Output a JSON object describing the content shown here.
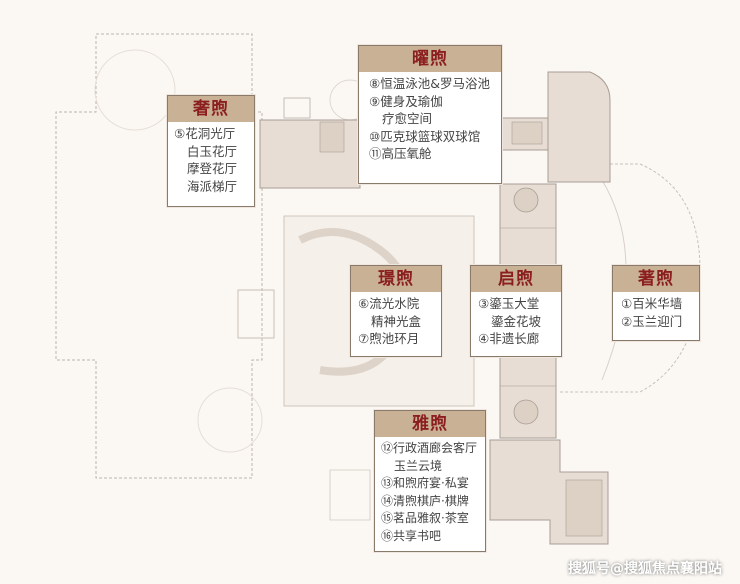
{
  "zones": {
    "yao": {
      "title": "曜煦",
      "items": [
        "⑧恒温泳池&罗马浴池",
        "⑨健身及瑜伽",
        "疗愈空间",
        "⑩匹克球篮球双球馆",
        "⑪高压氧舱"
      ]
    },
    "she": {
      "title": "奢煦",
      "items": [
        "⑤花洞光厅",
        "白玉花厅",
        "摩登花厅",
        "海派梯厅"
      ]
    },
    "jing": {
      "title": "璟煦",
      "items": [
        "⑥流光水院",
        "精神光盒",
        "⑦煦池环月"
      ]
    },
    "qi": {
      "title": "启煦",
      "items": [
        "③鎏玉大堂",
        "鎏金花坡",
        "④非遗长廊"
      ]
    },
    "zhu": {
      "title": "著煦",
      "items": [
        "①百米华墙",
        "②玉兰迎门"
      ]
    },
    "ya": {
      "title": "雅煦",
      "items": [
        "⑫行政酒廊会客厅",
        "玉兰云境",
        "⑬和煦府宴·私宴",
        "⑭清煦棋庐·棋牌",
        "⑮茗品雅叙·茶室",
        "⑯共享书吧"
      ]
    }
  },
  "watermark": "搜狐号@搜狐焦点襄阳站",
  "colors": {
    "header_bg": "#c9b196",
    "header_text": "#8b1f1f",
    "building_fill": "#e7dcd4",
    "outline_dashed": "#b9b0a8"
  }
}
